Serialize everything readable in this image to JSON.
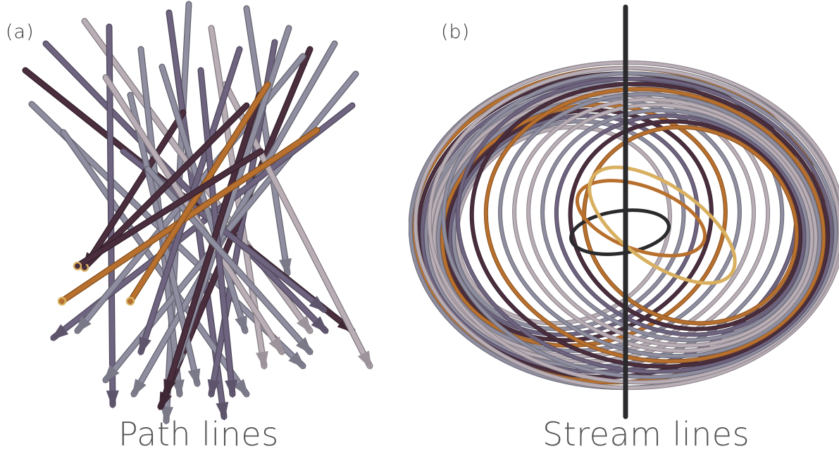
{
  "panels": [
    {
      "label": "(a)",
      "caption": "Path lines"
    },
    {
      "label": "(b)",
      "caption": "Stream lines"
    }
  ],
  "colors": {
    "tube_grey": "#8f8ea0",
    "tube_violet": "#6f6480",
    "tube_dark": "#4a2e3e",
    "tube_copper": "#b8702e",
    "tube_pale": "#b9aeb6",
    "tube_gold": "#d8b060",
    "axis_dark": "#2b2b2e",
    "background": "#ffffff"
  }
}
